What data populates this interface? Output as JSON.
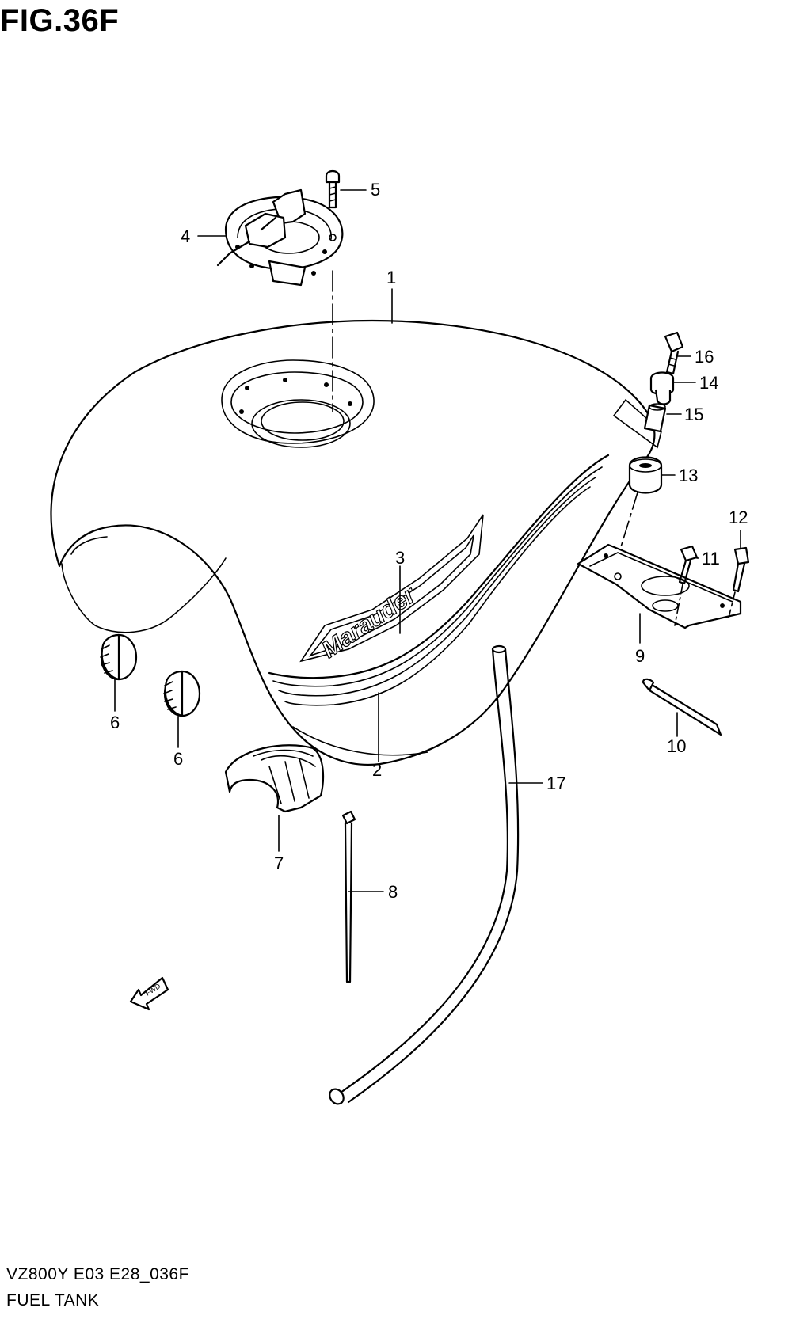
{
  "figure": {
    "title": "FIG.36F",
    "footer_code": "VZ800Y E03 E28_036F",
    "footer_name": "FUEL TANK"
  },
  "callouts": {
    "c1": "1",
    "c2": "2",
    "c3": "3",
    "c4": "4",
    "c5": "5",
    "c6a": "6",
    "c6b": "6",
    "c7": "7",
    "c8": "8",
    "c9": "9",
    "c10": "10",
    "c11": "11",
    "c12": "12",
    "c13": "13",
    "c14": "14",
    "c15": "15",
    "c16": "16",
    "c17": "17"
  },
  "emblem_text": "Marauder",
  "direction_arrow_label": "FWD"
}
